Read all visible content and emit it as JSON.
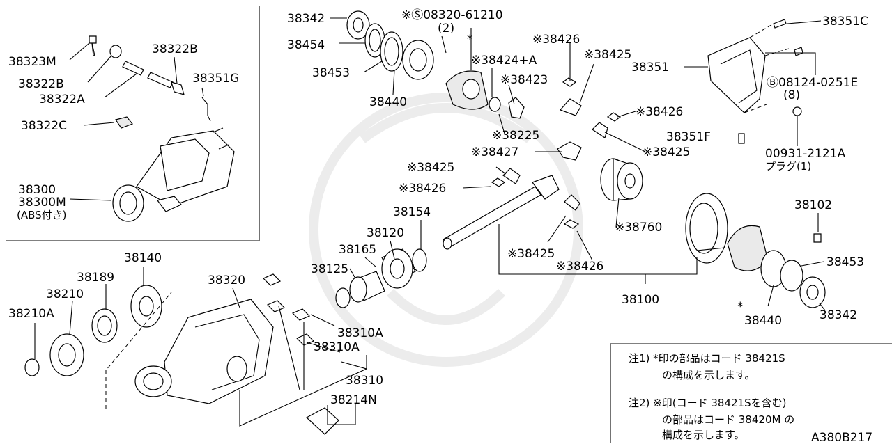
{
  "diagram": {
    "code": "A380B217",
    "labels": [
      {
        "id": "38342_top",
        "text": "38342"
      },
      {
        "id": "38454",
        "text": "38454"
      },
      {
        "id": "38453_top",
        "text": "38453"
      },
      {
        "id": "38440_top",
        "text": "38440"
      },
      {
        "id": "s08320",
        "text": "※Ⓢ08320-61210"
      },
      {
        "id": "s08320_qty",
        "text": "(2)"
      },
      {
        "id": "star_top",
        "text": "*"
      },
      {
        "id": "38424A",
        "text": "※38424+A"
      },
      {
        "id": "38423",
        "text": "※38423"
      },
      {
        "id": "38225",
        "text": "※38225"
      },
      {
        "id": "38426_a",
        "text": "※38426"
      },
      {
        "id": "38425_a",
        "text": "※38425"
      },
      {
        "id": "38426_b",
        "text": "※38426"
      },
      {
        "id": "38425_b",
        "text": "※38425"
      },
      {
        "id": "38427",
        "text": "※38427"
      },
      {
        "id": "38425_c",
        "text": "※38425"
      },
      {
        "id": "38426_c",
        "text": "※38426"
      },
      {
        "id": "38760",
        "text": "※38760"
      },
      {
        "id": "38425_d",
        "text": "※38425"
      },
      {
        "id": "38426_d",
        "text": "※38426"
      },
      {
        "id": "38351C",
        "text": "38351C"
      },
      {
        "id": "38351",
        "text": "38351"
      },
      {
        "id": "b08124",
        "text": "Ⓑ08124-0251E"
      },
      {
        "id": "b08124_qty",
        "text": "(8)"
      },
      {
        "id": "38351F",
        "text": "38351F"
      },
      {
        "id": "00931",
        "text": "00931-2121A"
      },
      {
        "id": "plug",
        "text": "プラグ(1)"
      },
      {
        "id": "38102",
        "text": "38102"
      },
      {
        "id": "38453_r",
        "text": "38453"
      },
      {
        "id": "38100",
        "text": "38100"
      },
      {
        "id": "star_r",
        "text": "*"
      },
      {
        "id": "38440_r",
        "text": "38440"
      },
      {
        "id": "38342_r",
        "text": "38342"
      },
      {
        "id": "38154",
        "text": "38154"
      },
      {
        "id": "38120",
        "text": "38120"
      },
      {
        "id": "38165",
        "text": "38165"
      },
      {
        "id": "38125",
        "text": "38125"
      },
      {
        "id": "38320",
        "text": "38320"
      },
      {
        "id": "38310A_1",
        "text": "38310A"
      },
      {
        "id": "38310A_2",
        "text": "38310A"
      },
      {
        "id": "38310",
        "text": "38310"
      },
      {
        "id": "38214N",
        "text": "38214N"
      },
      {
        "id": "38140",
        "text": "38140"
      },
      {
        "id": "38189",
        "text": "38189"
      },
      {
        "id": "38210",
        "text": "38210"
      },
      {
        "id": "38210A",
        "text": "38210A"
      },
      {
        "id": "38323M",
        "text": "38323M"
      },
      {
        "id": "38322B_1",
        "text": "38322B"
      },
      {
        "id": "38322B_2",
        "text": "38322B"
      },
      {
        "id": "38322A",
        "text": "38322A"
      },
      {
        "id": "38351G",
        "text": "38351G"
      },
      {
        "id": "38322C",
        "text": "38322C"
      },
      {
        "id": "38300",
        "text": "38300"
      },
      {
        "id": "38300M",
        "text": "38300M"
      },
      {
        "id": "abs",
        "text": "(ABS付き)"
      }
    ],
    "notes": [
      "注1) *印の部品はコード 38421S",
      "の構成を示します。",
      "注2) ※印(コード 38421Sを含む)",
      "の部品はコード 38420M の",
      "構成を示します。"
    ]
  }
}
